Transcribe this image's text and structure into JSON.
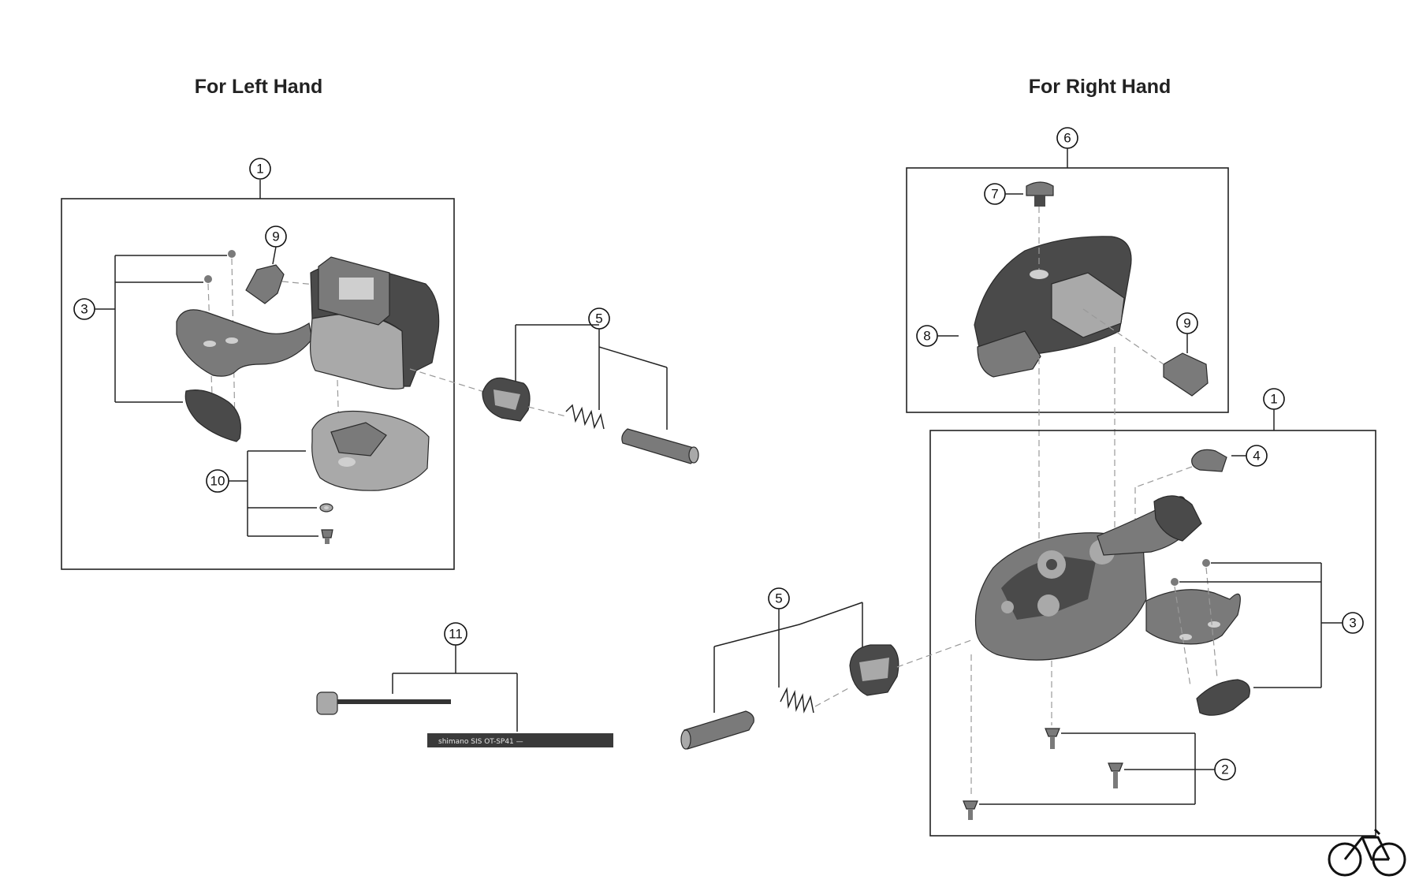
{
  "titles": {
    "left": "For Left Hand",
    "right": "For Right Hand"
  },
  "callouts": {
    "left_1": "1",
    "left_9": "9",
    "left_3": "3",
    "left_10": "10",
    "left_5": "5",
    "cable_11": "11",
    "right_6": "6",
    "right_7": "7",
    "right_8": "8",
    "right_9": "9",
    "right_1": "1",
    "right_4": "4",
    "right_3": "3",
    "right_2": "2",
    "right_5": "5"
  },
  "cable_print": "shimano SIS  OT-SP41 —",
  "logo": {
    "name": "bicycle-logo-icon"
  },
  "colors": {
    "part_dark": "#4a4a4a",
    "part_mid": "#7a7a7a",
    "part_light": "#a9a9a9",
    "line": "#222222"
  }
}
